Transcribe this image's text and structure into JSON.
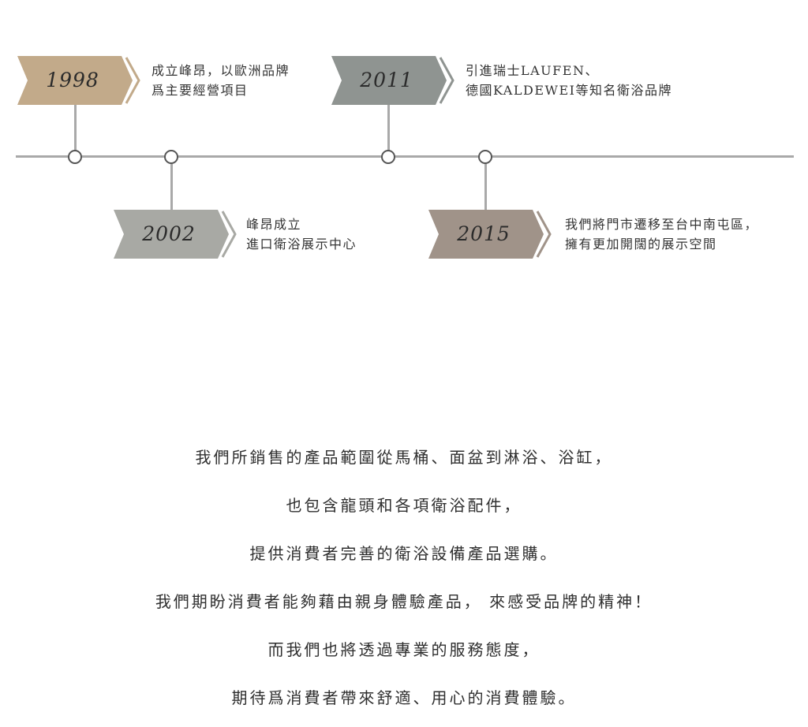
{
  "timeline": {
    "colors": {
      "axis": "#a9a9a9",
      "node_border": "#555555"
    },
    "events": [
      {
        "year": "1998",
        "color": "#c2aa8a",
        "description": [
          "成立峰昂，以歐洲品牌",
          "爲主要經營項目"
        ]
      },
      {
        "year": "2002",
        "color": "#a8a9a4",
        "description": [
          "峰昂成立",
          "進口衛浴展示中心"
        ]
      },
      {
        "year": "2011",
        "color": "#8f9491",
        "description": [
          "引進瑞士LAUFEN、",
          "德國KALDEWEI等知名衛浴品牌"
        ]
      },
      {
        "year": "2015",
        "color": "#a09389",
        "description": [
          "我們將門市遷移至台中南屯區，",
          "擁有更加開闊的展示空間"
        ]
      }
    ]
  },
  "statement": {
    "lines": [
      "我們所銷售的產品範圍從馬桶、面盆到淋浴、浴缸，",
      "也包含龍頭和各項衛浴配件，",
      "提供消費者完善的衛浴設備產品選購。",
      "我們期盼消費者能夠藉由親身體驗產品， 來感受品牌的精神！",
      "而我們也將透過專業的服務態度，",
      "期待爲消費者帶來舒適、用心的消費體驗。"
    ]
  }
}
